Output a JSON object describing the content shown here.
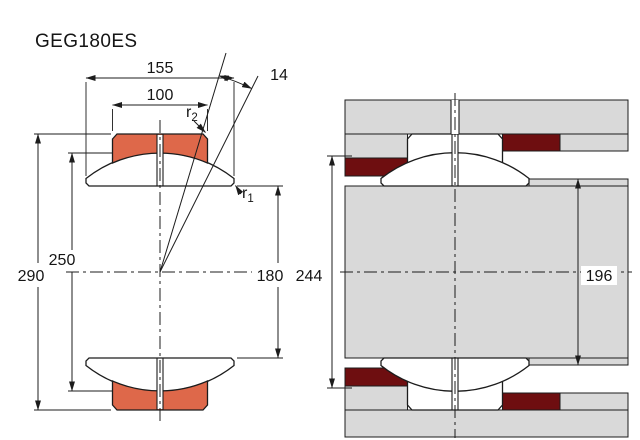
{
  "title": "GEG180ES",
  "colors": {
    "outer_ring": "#de684a",
    "locating_ring": "#6e0e10",
    "housing": "#d9d9d9",
    "line": "#1c1c1c"
  },
  "section_view": {
    "dim_inner_ring_width": "155",
    "dim_outer_ring_width": "100",
    "dim_outer_diameter": "290",
    "dim_sphere_diameter": "250",
    "dim_bore_diameter": "180",
    "dim_tilt_angle": "14",
    "label_r1": {
      "base": "r",
      "sub": "1"
    },
    "label_r2": {
      "base": "r",
      "sub": "2"
    }
  },
  "mounted_view": {
    "dim_housing_abutment": "244",
    "dim_shaft_abutment": "196"
  }
}
